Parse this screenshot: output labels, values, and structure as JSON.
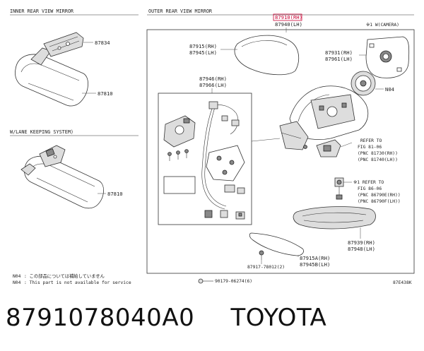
{
  "sections": {
    "inner": "INNER REAR VIEW MIRROR",
    "outer": "OUTER REAR VIEW MIRROR",
    "lane": "W/LANE KEEPING SYSTEM)"
  },
  "callouts": {
    "p87834": "87834",
    "p87810a": "87810",
    "p87810b": "87810",
    "p87910rh": "87910(RH)",
    "p87940lh": "87940(LH)",
    "camera_note": "※1 W(CAMERA)",
    "p87915rh": "87915(RH)",
    "p87945lh": "87945(LH)",
    "p87931rh": "87931(RH)",
    "p87961lh": "87961(LH)",
    "p87946rh": "87946(RH)",
    "p87966lh": "87966(LH)",
    "n04": "N04",
    "refer1_title": "REFER TO",
    "refer1_fig": "FIG 81-06",
    "refer1_pnc1": "(PNC 81730(RH))",
    "refer1_pnc2": "(PNC 81740(LH))",
    "refer2_title": "※1 REFER TO",
    "refer2_fig": "FIG 86-06",
    "refer2_pnc1": "(PNC 86790E(RH))",
    "refer2_pnc2": "(PNC 86790F(LH))",
    "p87939rh": "87939(RH)",
    "p87948lh": "87948(LH)",
    "p87915arh": "87915A(RH)",
    "p87945blh": "87945B(LH)",
    "p87917": "87917-78012(2)",
    "p90179": "90179-06274(6)"
  },
  "footnotes": {
    "jp_code": "N04",
    "jp_text": ": この部品については補給していません",
    "en_code": "N04",
    "en_text": ": This part is not available for service"
  },
  "figure_code": "87E438K",
  "caption": {
    "part_number": "8791078040A0",
    "brand": "TOYOTA"
  }
}
